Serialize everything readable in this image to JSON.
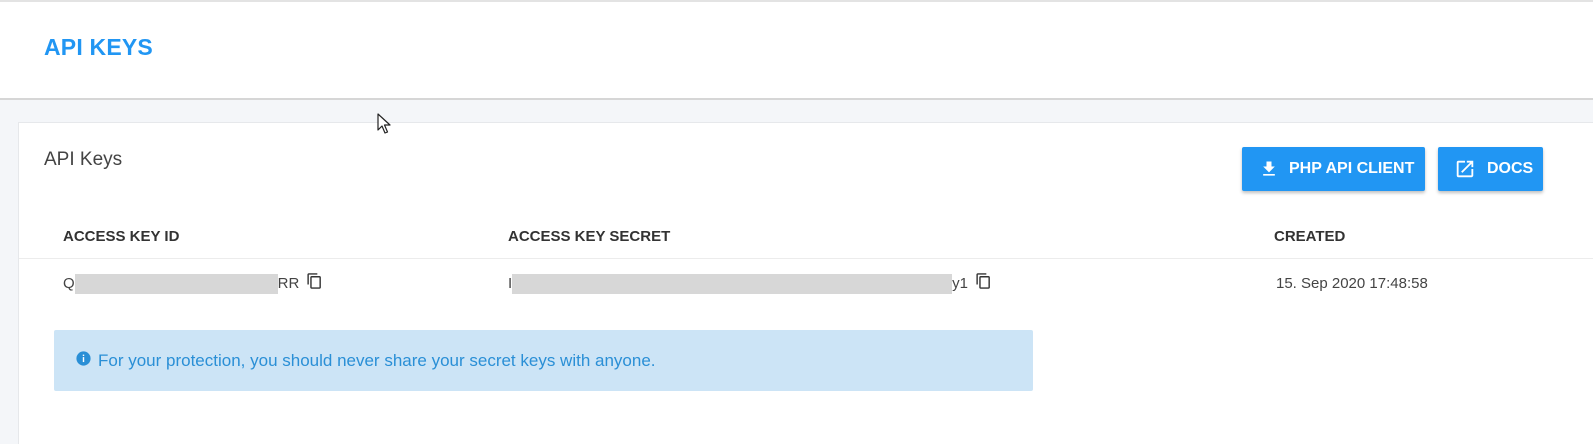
{
  "header": {
    "title": "API KEYS"
  },
  "card": {
    "title": "API Keys",
    "buttons": {
      "php_client": {
        "label": "PHP API CLIENT",
        "icon": "download-icon"
      },
      "docs": {
        "label": "DOCS",
        "icon": "open-in-new-icon"
      }
    },
    "table": {
      "columns": [
        "ACCESS KEY ID",
        "ACCESS KEY SECRET",
        "CREATED"
      ],
      "rows": [
        {
          "access_key_id_start": "Q",
          "access_key_id_end": "RR",
          "access_key_secret_start": "I",
          "access_key_secret_end": "y1",
          "created": "15. Sep 2020 17:48:58"
        }
      ]
    },
    "alert": {
      "icon": "info-icon",
      "text": "For your protection, you should never share your secret keys with anyone."
    }
  },
  "colors": {
    "accent": "#2196f3",
    "alert_bg": "#cce4f6",
    "alert_text": "#2a8fd6"
  }
}
